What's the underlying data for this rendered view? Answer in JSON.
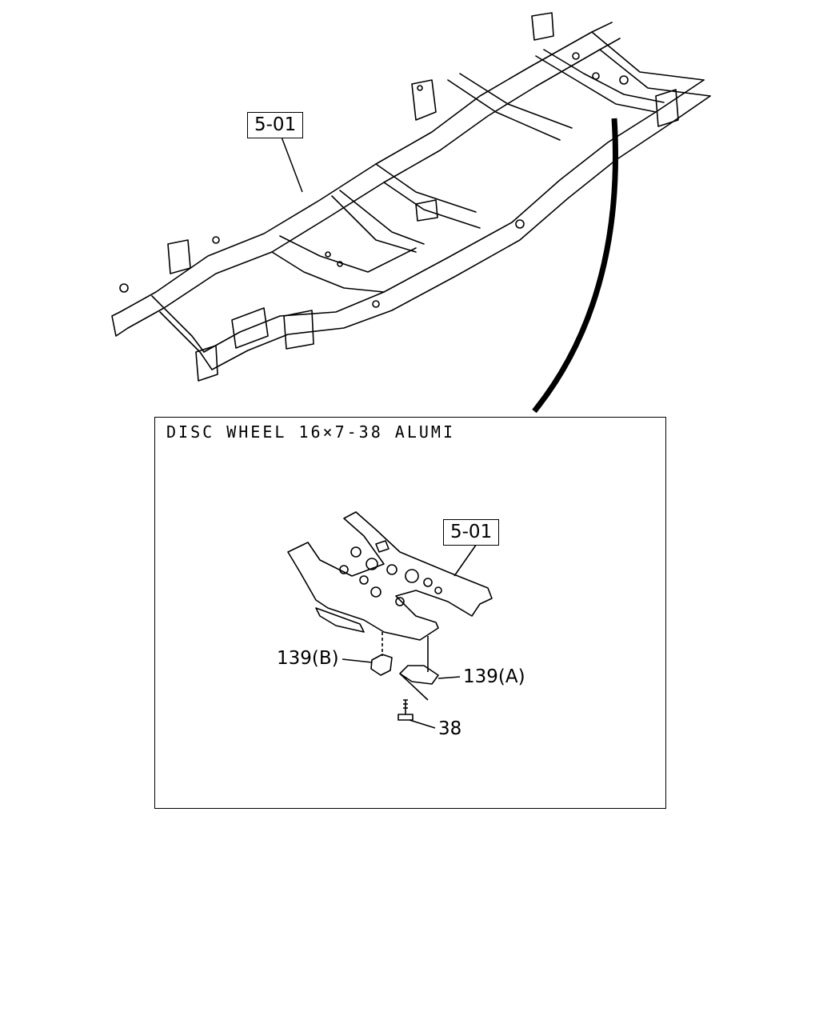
{
  "diagram": {
    "overview_ref": "5-01",
    "detail": {
      "title": "DISC WHEEL 16×7-38 ALUMI",
      "ref": "5-01",
      "callouts": {
        "bracket_b": "139(B)",
        "bracket_a": "139(A)",
        "bolt": "38"
      }
    }
  }
}
